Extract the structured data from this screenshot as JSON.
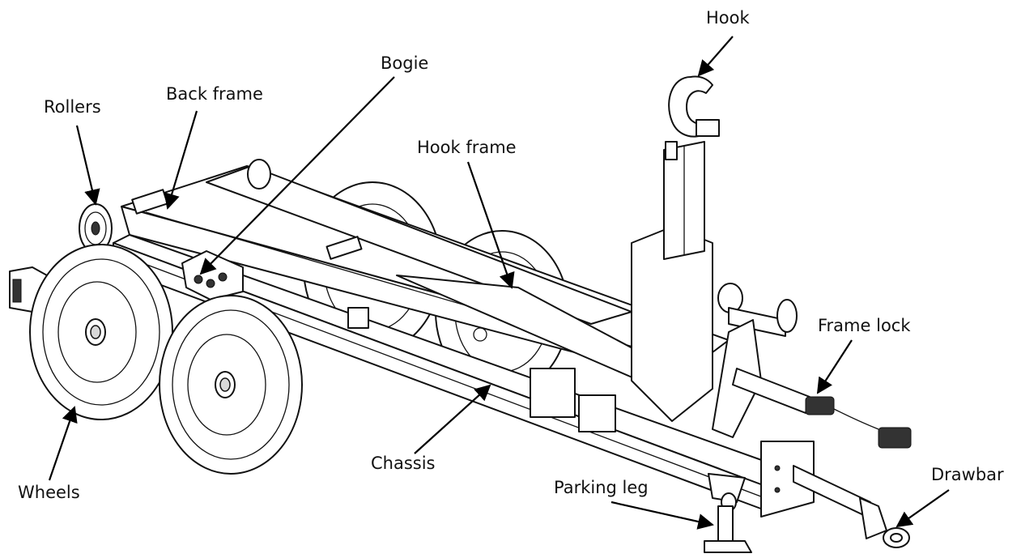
{
  "labels": {
    "hook": "Hook",
    "bogie": "Bogie",
    "rollers": "Rollers",
    "back_frame": "Back frame",
    "hook_frame": "Hook frame",
    "frame_lock": "Frame lock",
    "chassis": "Chassis",
    "wheels": "Wheels",
    "parking_leg": "Parking leg",
    "drawbar": "Drawbar"
  }
}
